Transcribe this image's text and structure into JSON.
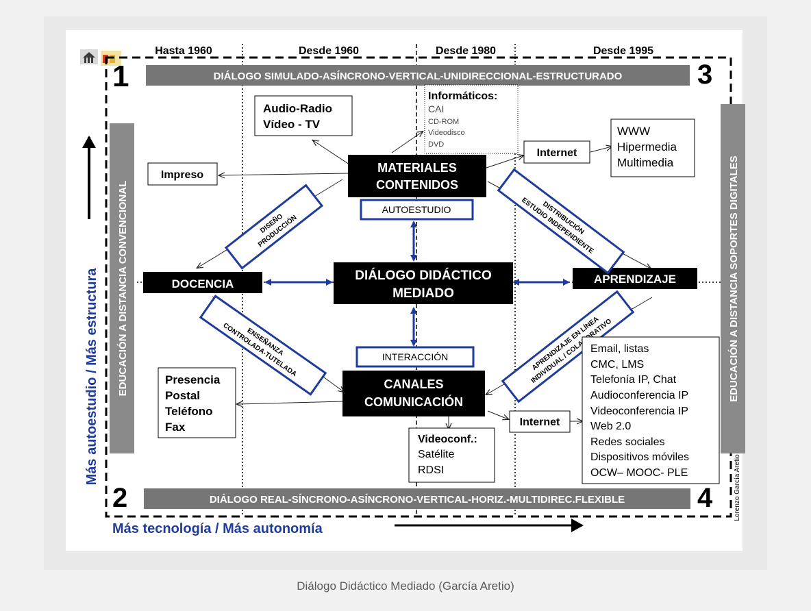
{
  "caption": "Diálogo Didáctico Mediado (García Aretio)",
  "eras": [
    "Hasta 1960",
    "Desde 1960",
    "Desde 1980",
    "Desde 1995"
  ],
  "quadrants": [
    "1",
    "2",
    "3",
    "4"
  ],
  "banners": {
    "top": "DIÁLOGO SIMULADO-ASÍNCRONO-VERTICAL-UNIDIRECCIONAL-ESTRUCTURADO",
    "bottom": "DIÁLOGO REAL-SÍNCRONO-ASÍNCRONO-VERTICAL-HORIZ.-MULTIDIREC.FLEXIBLE",
    "left": "EDUCACIÓN A DISTANCIA CONVENCIONAL",
    "right": "EDUCACIÓN A DISTANCIA SOPORTES DIGITALES"
  },
  "axes": {
    "vertical": "Más autoestudio / Más estructura",
    "horizontal": "Más tecnología / Más autonomía"
  },
  "central": {
    "line1": "DIÁLOGO DIDÁCTICO",
    "line2": "MEDIADO"
  },
  "materiales": {
    "line1": "MATERIALES",
    "line2": "CONTENIDOS"
  },
  "canales": {
    "line1": "CANALES",
    "line2": "COMUNICACIÓN"
  },
  "docencia": "DOCENCIA",
  "aprendizaje": "APRENDIZAJE",
  "autoestudio": "AUTOESTUDIO",
  "interaccion": "INTERACCIÓN",
  "diagonals": {
    "diseno": [
      "DISEÑO",
      "PRODUCCIÓN"
    ],
    "distribucion": [
      "DISTRIBUCIÓN",
      "ESTUDIO INDEPENDIENTE"
    ],
    "ensenanza": [
      "ENSEÑANZA",
      "CONTROLADA-TUTELADA"
    ],
    "aprendizaje_linea": [
      "APRENDIZAJE EN LÍNEA",
      "INDIVIDUAL / COLABORATIVO"
    ]
  },
  "impreso": "Impreso",
  "audio": [
    "Audio-Radio",
    "Vídeo - TV"
  ],
  "informaticos": {
    "title": "Informáticos:",
    "items": [
      "CAI",
      "CD-ROM",
      "Videodisco",
      "DVD"
    ]
  },
  "internet_top": "Internet",
  "www": [
    "WWW",
    "Hipermedia",
    "Multimedia"
  ],
  "presencia": [
    "Presencia",
    "Postal",
    "Teléfono",
    "Fax"
  ],
  "videoconf": {
    "title": "Videoconf.:",
    "items": [
      "Satélite",
      "RDSI"
    ]
  },
  "internet_bottom": "Internet",
  "services": [
    "Email, listas",
    "CMC, LMS",
    "Telefonía IP, Chat",
    "Audioconferencia IP",
    "Videoconferencia IP",
    "Web 2.0",
    "Redes sociales",
    "Dispositivos móviles",
    "OCW– MOOC- PLE"
  ],
  "author": "Lorenzo García Aretio",
  "colors": {
    "blue": "#1f3c9a",
    "black": "#000000",
    "gray_banner": "#767676",
    "vertical_banner": "#8a8a8a"
  }
}
